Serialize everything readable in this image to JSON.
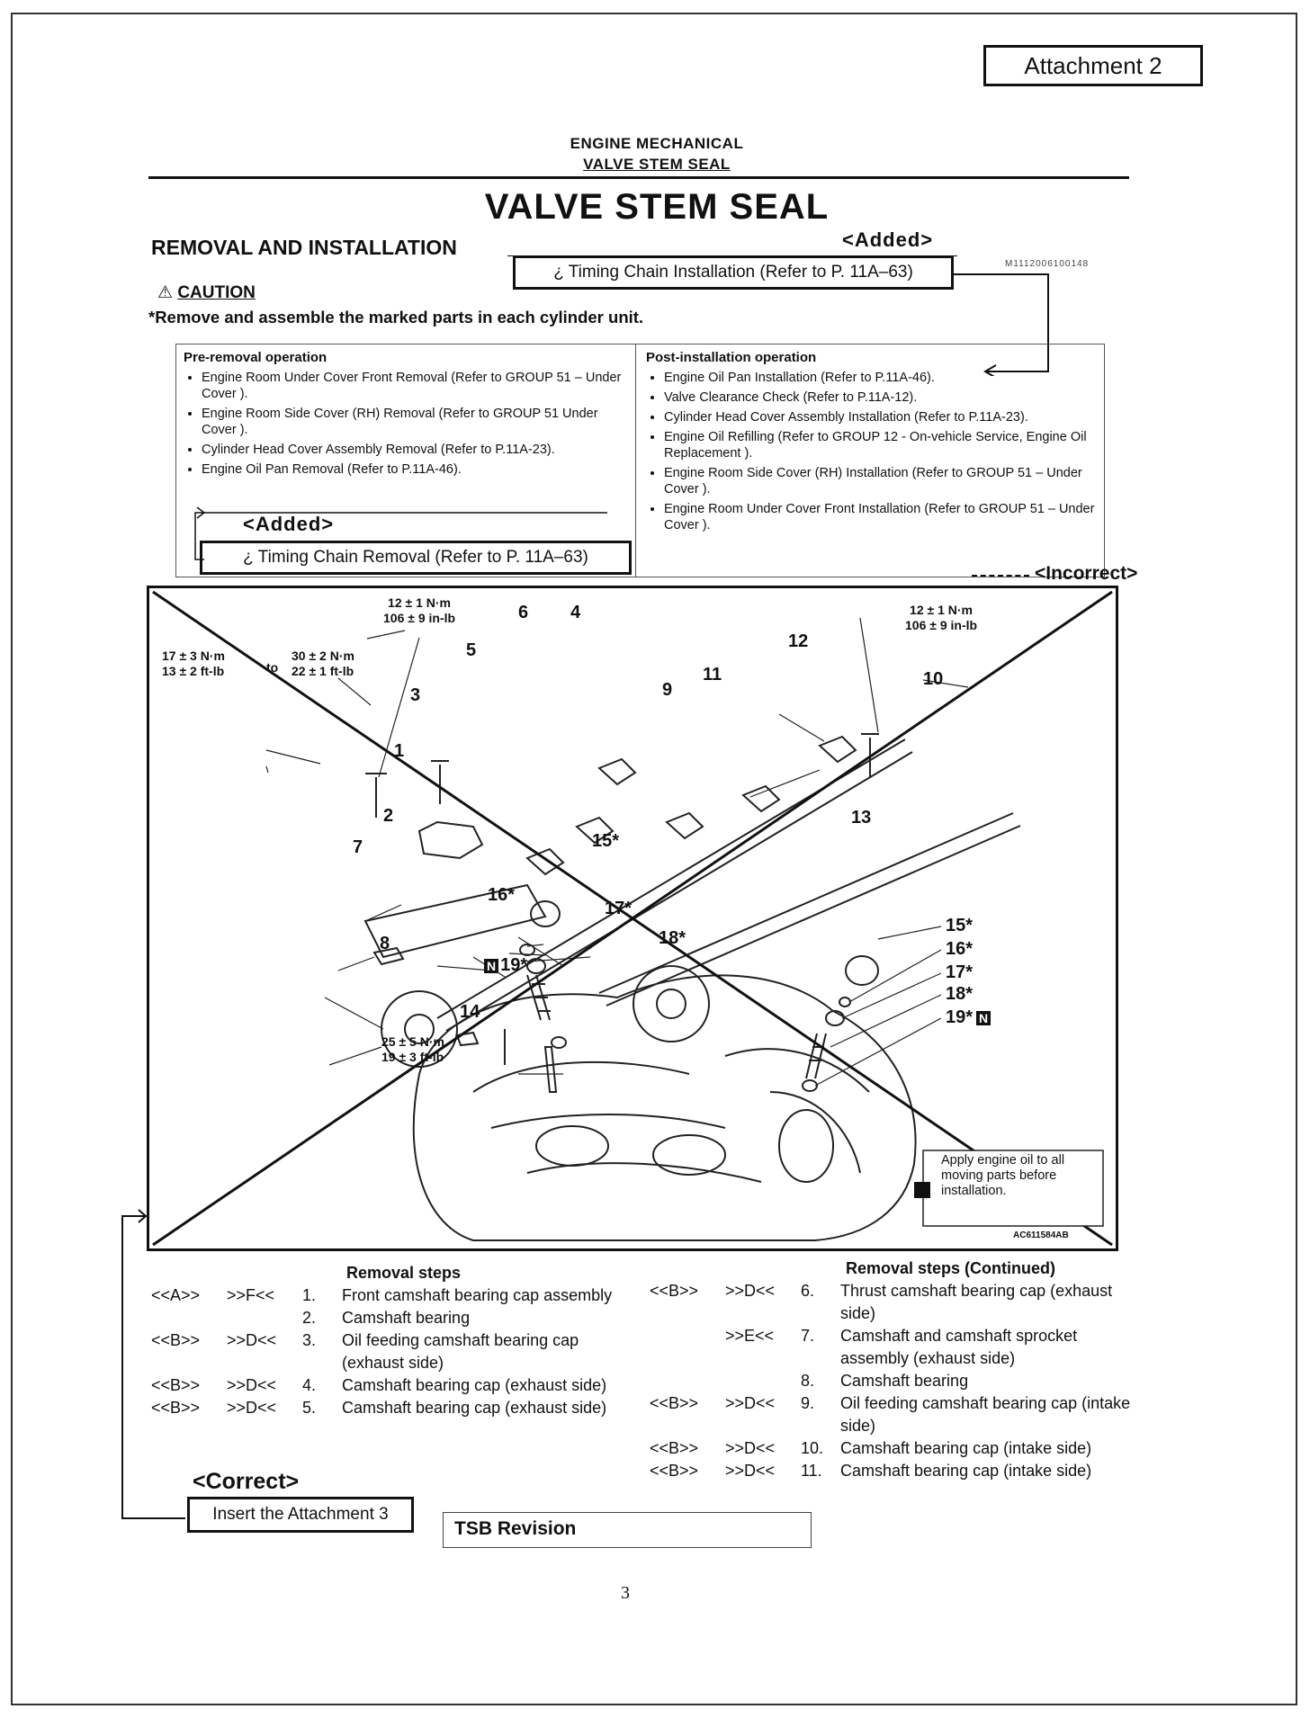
{
  "attachment_label": "Attachment 2",
  "header": {
    "section": "ENGINE MECHANICAL",
    "subsection": "VALVE STEM SEAL"
  },
  "title": "VALVE STEM SEAL",
  "subtitle": "REMOVAL AND INSTALLATION",
  "doc_code": "M1112006100148",
  "added_label_top": "<Added>",
  "added_note_top": "¿ Timing Chain Installation (Refer to P. 11A–63)",
  "caution": {
    "label": "CAUTION",
    "text": "*Remove and assemble the marked parts in each cylinder unit."
  },
  "pre_removal": {
    "heading": "Pre-removal operation",
    "items": [
      "Engine Room Under Cover Front Removal (Refer to GROUP 51 – Under Cover ).",
      "Engine Room Side Cover (RH) Removal (Refer to GROUP 51 Under Cover ).",
      "Cylinder Head Cover Assembly Removal (Refer to P.11A-23).",
      "Engine Oil Pan Removal (Refer to P.11A-46)."
    ],
    "added_label": "<Added>",
    "added_note": "¿ Timing Chain Removal (Refer to P. 11A–63)"
  },
  "post_installation": {
    "heading": "Post-installation operation",
    "items": [
      "Engine Oil Pan Installation (Refer to P.11A-46).",
      "Valve Clearance Check (Refer to P.11A-12).",
      "Cylinder Head Cover Assembly Installation (Refer to P.11A-23).",
      "Engine Oil Refilling (Refer to GROUP 12 - On-vehicle Service, Engine Oil Replacement ).",
      "Engine Room Side Cover (RH) Installation (Refer to GROUP 51 – Under Cover ).",
      "Engine Room Under Cover Front Installation (Refer to GROUP 51 – Under Cover )."
    ]
  },
  "incorrect_label": "<Incorrect>",
  "figure": {
    "torque": [
      {
        "l1": "12 ± 1 N·m",
        "l2": "106 ± 9 in-lb"
      },
      {
        "l1": "12 ± 1 N·m",
        "l2": "106 ± 9 in-lb"
      },
      {
        "l1": "17 ± 3 N·m",
        "l2": "13 ± 2 ft-lb"
      },
      {
        "l1": "30 ± 2 N·m",
        "l2": "22 ± 1 ft-lb"
      },
      {
        "l1": "25 ± 5 N·m",
        "l2": "19 ± 3 ft-lb"
      }
    ],
    "to_word": "to",
    "callouts": [
      "1",
      "2",
      "3",
      "4",
      "5",
      "6",
      "7",
      "8",
      "9",
      "10",
      "11",
      "12",
      "13",
      "14",
      "15*",
      "16*",
      "17*",
      "18*",
      "19*",
      "15*",
      "16*",
      "17*",
      "18*",
      "19*"
    ],
    "n_mark": "N",
    "note": "Apply engine oil to all moving parts before installation.",
    "code": "AC611584AB"
  },
  "removal_steps": {
    "heading": "Removal steps",
    "rows": [
      {
        "a": "<<A>>",
        "b": ">>F<<",
        "n": "1.",
        "t": "Front camshaft bearing cap assembly"
      },
      {
        "a": "",
        "b": "",
        "n": "2.",
        "t": "Camshaft bearing"
      },
      {
        "a": "<<B>>",
        "b": ">>D<<",
        "n": "3.",
        "t": "Oil feeding camshaft bearing cap (exhaust side)"
      },
      {
        "a": "<<B>>",
        "b": ">>D<<",
        "n": "4.",
        "t": "Camshaft bearing cap (exhaust side)"
      },
      {
        "a": "<<B>>",
        "b": ">>D<<",
        "n": "5.",
        "t": "Camshaft bearing cap (exhaust side)"
      }
    ]
  },
  "removal_steps_cont": {
    "heading": "Removal steps (Continued)",
    "rows": [
      {
        "a": "<<B>>",
        "b": ">>D<<",
        "n": "6.",
        "t": "Thrust camshaft bearing cap (exhaust side)"
      },
      {
        "a": "",
        "b": ">>E<<",
        "n": "7.",
        "t": "Camshaft and camshaft sprocket assembly (exhaust side)"
      },
      {
        "a": "",
        "b": "",
        "n": "8.",
        "t": "Camshaft bearing"
      },
      {
        "a": "<<B>>",
        "b": ">>D<<",
        "n": "9.",
        "t": "Oil feeding camshaft bearing cap (intake side)"
      },
      {
        "a": "<<B>>",
        "b": ">>D<<",
        "n": "10.",
        "t": "Camshaft bearing cap (intake side)"
      },
      {
        "a": "<<B>>",
        "b": ">>D<<",
        "n": "11.",
        "t": "Camshaft bearing cap (intake side)"
      }
    ]
  },
  "correct_label": "<Correct>",
  "insert_note": "Insert the Attachment 3",
  "tsb": "TSB Revision",
  "page_number": "3"
}
